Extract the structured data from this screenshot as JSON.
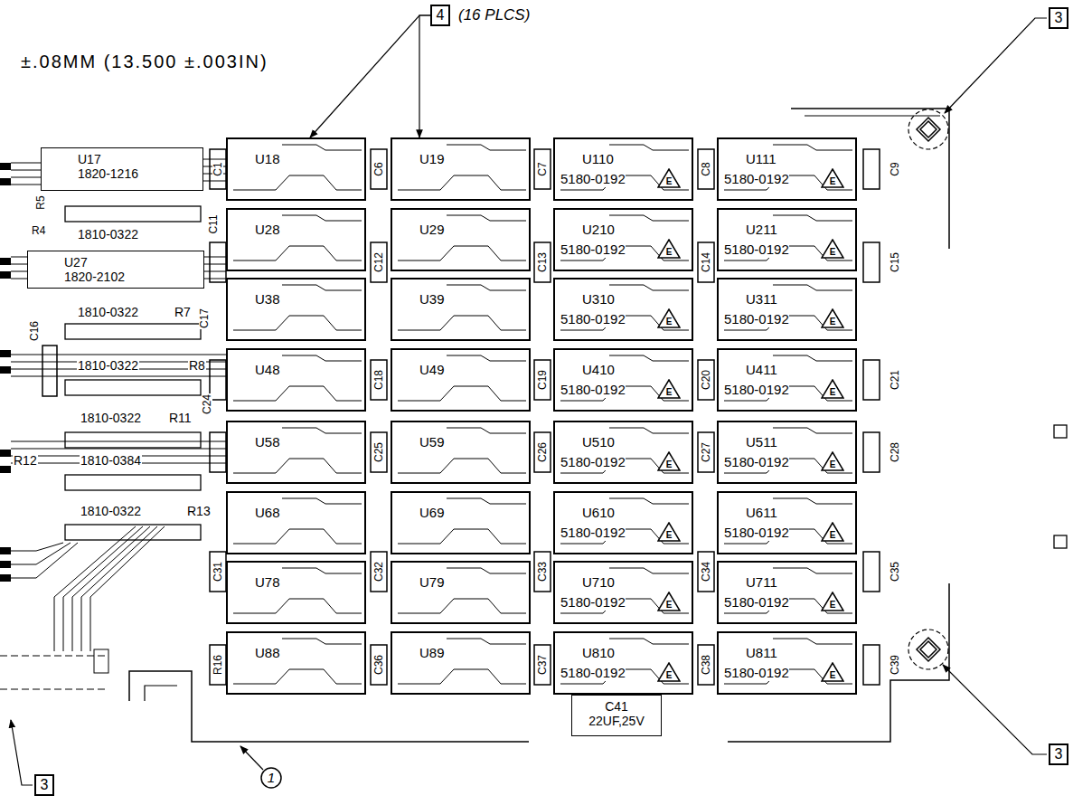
{
  "diagram": {
    "nodes": [
      {
        "text": [
          "4"
        ]
      },
      {
        "text": [
          "3"
        ]
      },
      {
        "text": [
          "U17",
          "1820-1216"
        ]
      },
      {
        "text": [
          "U18"
        ]
      },
      {
        "text": [
          "U19"
        ]
      },
      {
        "text": [
          "U110",
          "5180-0192"
        ]
      },
      {
        "text": [
          "E"
        ],
        "in": 5
      },
      {
        "text": [
          "U111",
          "5180-0192"
        ]
      },
      {
        "text": [
          "E"
        ],
        "in": 7
      },
      {
        "text": [
          "U27",
          "1820-2102"
        ]
      },
      {
        "text": [
          "U28"
        ]
      },
      {
        "text": [
          "U29"
        ]
      },
      {
        "text": [
          "U210",
          "5180-0192"
        ]
      },
      {
        "text": [
          "E"
        ],
        "in": 12
      },
      {
        "text": [
          "U211",
          "5180-0192"
        ]
      },
      {
        "text": [
          "E"
        ],
        "in": 14
      },
      {
        "text": [
          "U38"
        ]
      },
      {
        "text": [
          "U39"
        ]
      },
      {
        "text": [
          "U310",
          "5180-0192"
        ]
      },
      {
        "text": [
          "E"
        ],
        "in": 18
      },
      {
        "text": [
          "U311",
          "5180-0192"
        ]
      },
      {
        "text": [
          "E"
        ],
        "in": 20
      },
      {
        "text": [
          "U48"
        ]
      },
      {
        "text": [
          "U49"
        ]
      },
      {
        "text": [
          "U410",
          "5180-0192"
        ]
      },
      {
        "text": [
          "E"
        ],
        "in": 24
      },
      {
        "text": [
          "U411",
          "5180-0192"
        ]
      },
      {
        "text": [
          "E"
        ],
        "in": 26
      },
      {
        "text": [
          "U58"
        ]
      },
      {
        "text": [
          "U59"
        ]
      },
      {
        "text": [
          "U510",
          "5180-0192"
        ]
      },
      {
        "text": [
          "E"
        ],
        "in": 30
      },
      {
        "text": [
          "U511",
          "5180-0192"
        ]
      },
      {
        "text": [
          "E"
        ],
        "in": 32
      },
      {
        "text": [
          "U68"
        ]
      },
      {
        "text": [
          "U69"
        ]
      },
      {
        "text": [
          "U610",
          "5180-0192"
        ]
      },
      {
        "text": [
          "E"
        ],
        "in": 36
      },
      {
        "text": [
          "U611",
          "5180-0192"
        ]
      },
      {
        "text": [
          "E"
        ],
        "in": 38
      },
      {
        "text": [
          "U78"
        ]
      },
      {
        "text": [
          "U79"
        ]
      },
      {
        "text": [
          "U710",
          "5180-0192"
        ]
      },
      {
        "text": [
          "E"
        ],
        "in": 42
      },
      {
        "text": [
          "U711",
          "5180-0192"
        ]
      },
      {
        "text": [
          "E"
        ],
        "in": 44
      },
      {
        "text": [
          "U88"
        ]
      },
      {
        "text": [
          "U89"
        ]
      },
      {
        "text": [
          "U810",
          "5180-0192"
        ]
      },
      {
        "text": [
          "E"
        ],
        "in": 48
      },
      {
        "text": [
          "U811",
          "5180-0192"
        ]
      },
      {
        "text": [
          "E"
        ],
        "in": 50
      },
      {
        "text": [
          "C41",
          "22UF,25V"
        ]
      },
      {
        "text": [
          "3"
        ]
      },
      {
        "text": [
          "3"
        ]
      },
      {
        "text": [
          "1"
        ]
      }
    ],
    "edges": [
      {
        "from": 0,
        "to": 3,
        "arrow": "to"
      },
      {
        "from": 0,
        "to": 4,
        "arrow": "to"
      }
    ],
    "labels": [
      "±.08MM (13.500 ±.003IN)",
      "(16 PLCS)",
      "R5",
      "R4",
      "1810-0322",
      "C11",
      "C16",
      "1810-0322",
      "R7",
      "C17",
      "1810-0322",
      "R8",
      "1810-0322",
      "R11",
      "C24",
      "R12",
      "1810-0384",
      "1810-0322",
      "R13",
      "C31",
      "R16",
      "C1",
      "C6",
      "C7",
      "C8",
      "C9",
      "C12",
      "C13",
      "C14",
      "C15",
      "C18",
      "C19",
      "C20",
      "C21",
      "C25",
      "C26",
      "C27",
      "C28",
      "C32",
      "C33",
      "C34",
      "C35",
      "C36",
      "C37",
      "C38",
      "C39"
    ]
  }
}
